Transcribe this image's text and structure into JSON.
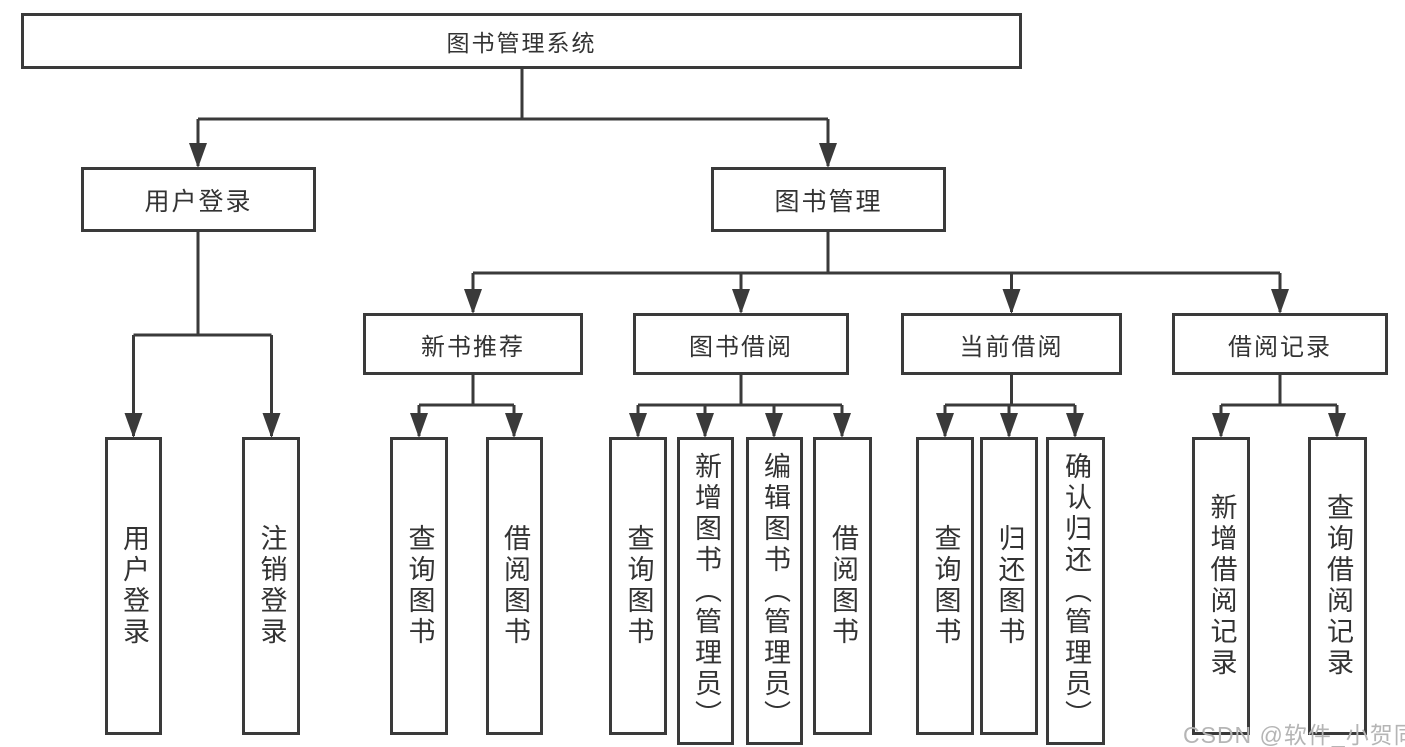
{
  "diagram_title": "图书管理系统",
  "tree": {
    "label": "图书管理系统",
    "children": [
      {
        "label": "用户登录",
        "children": [
          {
            "label": "用户登录"
          },
          {
            "label": "注销登录"
          }
        ]
      },
      {
        "label": "图书管理",
        "children": [
          {
            "label": "新书推荐",
            "children": [
              {
                "label": "查询图书"
              },
              {
                "label": "借阅图书"
              }
            ]
          },
          {
            "label": "图书借阅",
            "children": [
              {
                "label": "查询图书"
              },
              {
                "label": "新增图书（管理员）"
              },
              {
                "label": "编辑图书（管理员）"
              },
              {
                "label": "借阅图书"
              }
            ]
          },
          {
            "label": "当前借阅",
            "children": [
              {
                "label": "查询图书"
              },
              {
                "label": "归还图书"
              },
              {
                "label": "确认归还（管理员）"
              }
            ]
          },
          {
            "label": "借阅记录",
            "children": [
              {
                "label": "新增借阅记录"
              },
              {
                "label": "查询借阅记录"
              }
            ]
          }
        ]
      }
    ]
  },
  "watermark": {
    "text": "CSDN @软件_小贺同学"
  },
  "colors": {
    "line": "#3a3a3a",
    "box_border": "#3a3a3a",
    "text": "#333333",
    "watermark_text": "#b5b5b5",
    "background": "#ffffff"
  }
}
